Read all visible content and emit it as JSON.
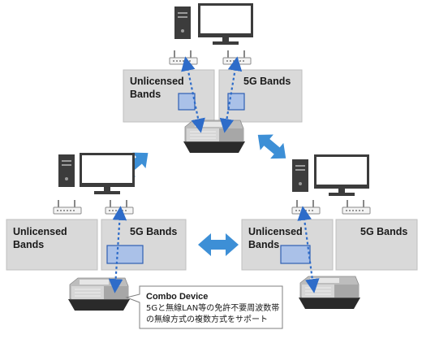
{
  "top": {
    "left_band": {
      "line1": "Unlicensed",
      "line2": "Bands"
    },
    "right_band": {
      "label": "5G Bands"
    }
  },
  "left": {
    "left_band": {
      "line1": "Unlicensed",
      "line2": "Bands"
    },
    "right_band": {
      "label": "5G Bands"
    }
  },
  "right": {
    "left_band": {
      "line1": "Unlicensed",
      "line2": "Bands"
    },
    "right_band": {
      "label": "5G Bands"
    }
  },
  "callout": {
    "title": "Combo Device",
    "line1": "5Gと無線LAN等の免許不要周波数帯",
    "line2": "の無線方式の複数方式をサポート"
  },
  "colors": {
    "band_box": "#d9d9d9",
    "band_border": "#bfbfbf",
    "highlight_fill": "#aac1e8",
    "highlight_stroke": "#2f5fb3",
    "arrow_fill": "#3d8fd6",
    "dotted_arrow": "#2e6cc9"
  },
  "icons": [
    "pc-tower-icon",
    "monitor-icon",
    "router-icon",
    "combo-device-icon",
    "double-arrow-icon"
  ]
}
